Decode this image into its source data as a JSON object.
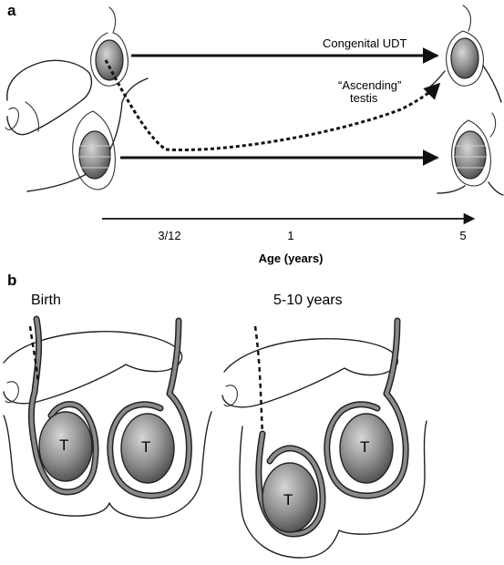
{
  "panel_a": {
    "letter": "a",
    "label_congenital": "Congenital UDT",
    "label_ascending_1": "“Ascending”",
    "label_ascending_2": "testis",
    "axis": {
      "title": "Age (years)",
      "ticks": [
        "3/12",
        "1",
        "5"
      ]
    }
  },
  "panel_b": {
    "letter": "b",
    "stage_birth": "Birth",
    "stage_later": "5-10 years",
    "testis_mark": "T"
  },
  "colors": {
    "line": "#111111",
    "testis_fill": "#8c8c8c",
    "testis_band": "#b5b5b5",
    "sac_wall": "#7a7a7a"
  }
}
